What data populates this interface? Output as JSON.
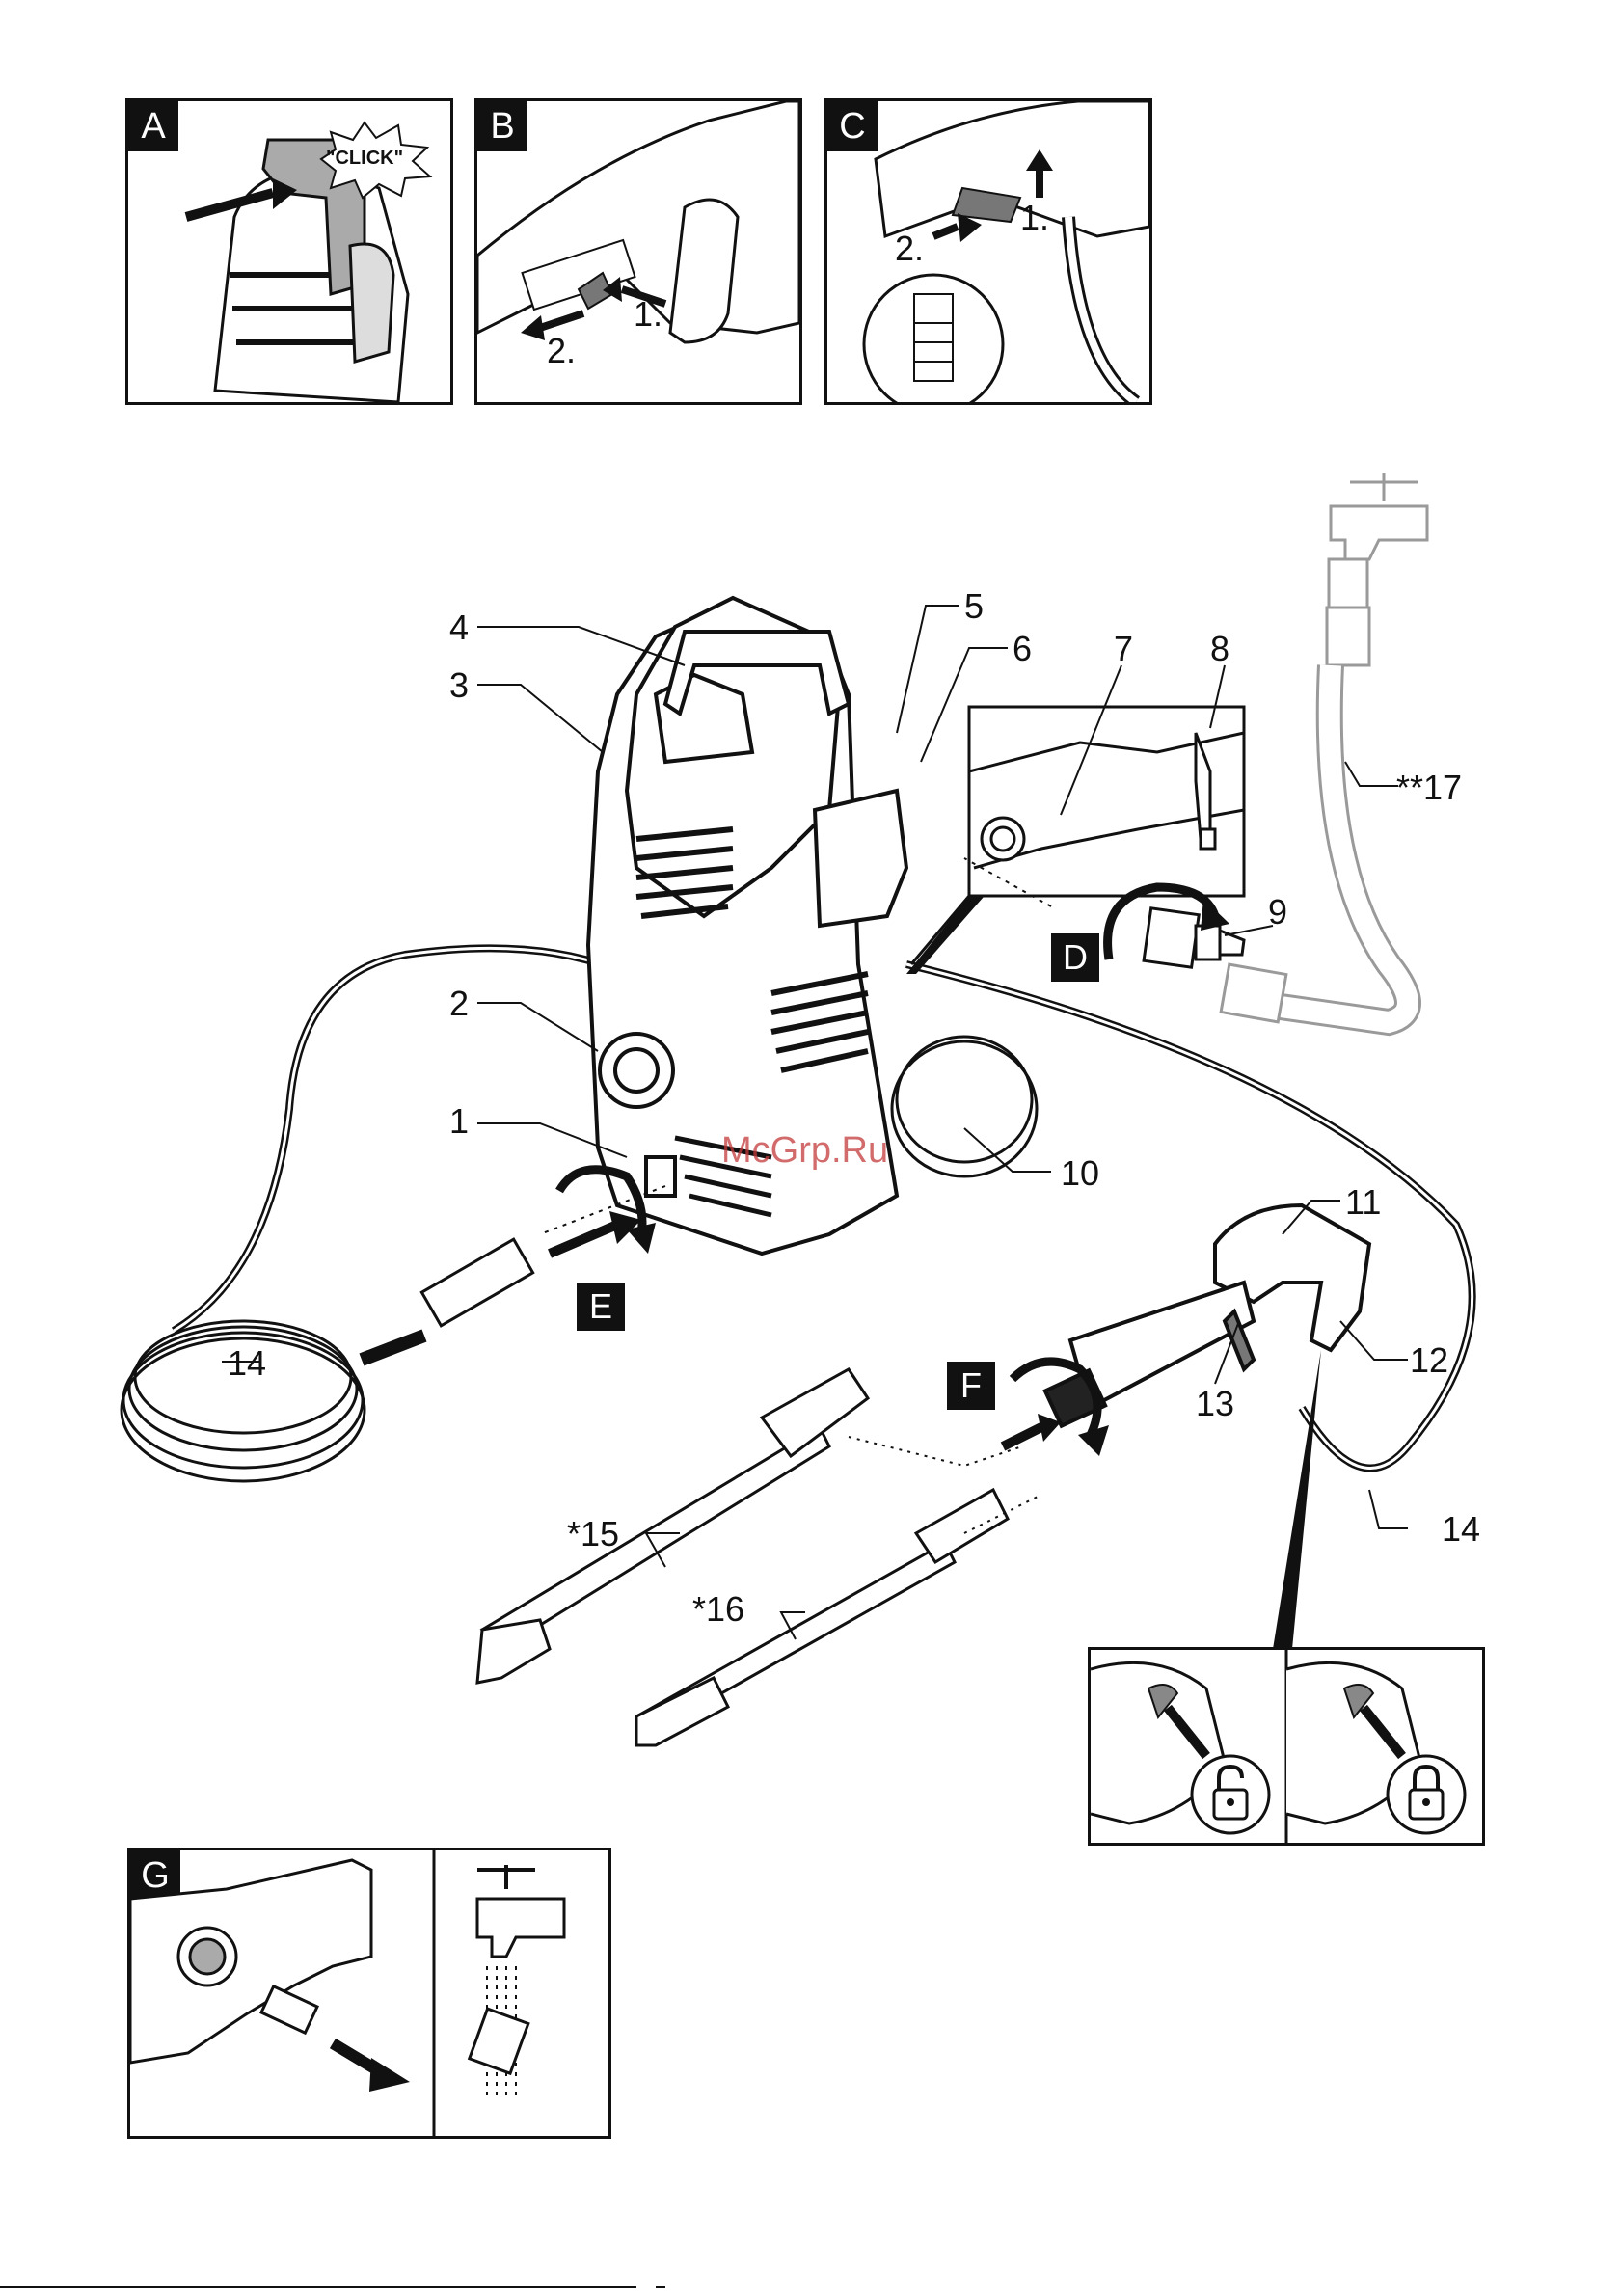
{
  "panels": {
    "a": {
      "letter": "A",
      "click_text": "\"CLICK\""
    },
    "b": {
      "letter": "B",
      "step1": "1.",
      "step2": "2."
    },
    "c": {
      "letter": "C",
      "step1": "1.",
      "step2": "2."
    },
    "d": {
      "letter": "D"
    },
    "e": {
      "letter": "E"
    },
    "f": {
      "letter": "F"
    },
    "g": {
      "letter": "G"
    }
  },
  "callouts": {
    "n1": "1",
    "n2": "2",
    "n3": "3",
    "n4": "4",
    "n5": "5",
    "n6": "6",
    "n7": "7",
    "n8": "8",
    "n9": "9",
    "n10": "10",
    "n11": "11",
    "n12": "12",
    "n13": "13",
    "n14a": "14",
    "n14b": "14",
    "n15": "*15",
    "n16": "*16",
    "n17": "**17"
  },
  "watermark": "McGrp.Ru",
  "icons": [
    "unlock-icon",
    "lock-icon",
    "rotate-arrow-icon",
    "push-arrow-icon",
    "tap-icon"
  ]
}
